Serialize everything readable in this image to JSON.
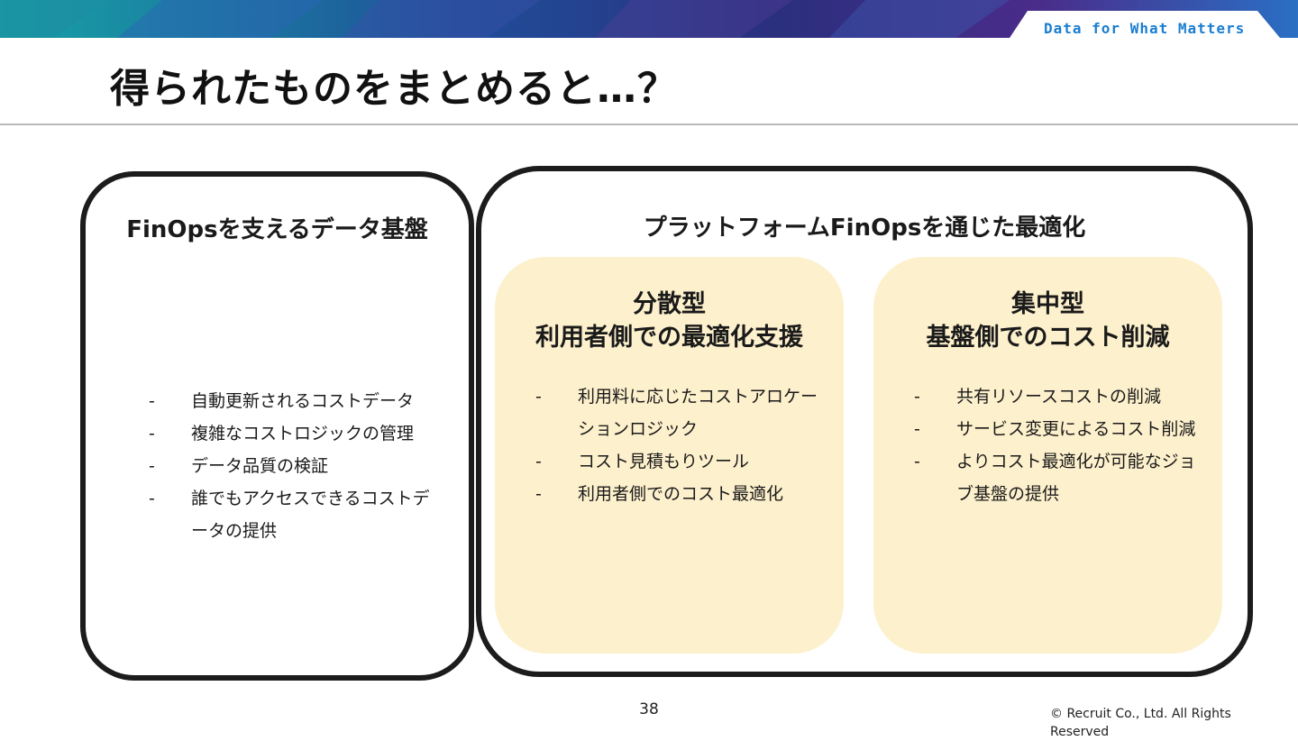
{
  "header": {
    "tagline": "Data for What Matters",
    "colors": {
      "tagline": "#1b7ed0",
      "banner_dark": "#1d3f8c",
      "banner_accent": "#2a8fd6"
    }
  },
  "slide": {
    "title": "得られたものをまとめると…？",
    "page_number": "38",
    "copyright": "© Recruit Co., Ltd. All Rights Reserved"
  },
  "left_box": {
    "title": "FinOpsを支えるデータ基盤",
    "bullets": [
      {
        "dash": "-",
        "text": "自動更新されるコストデータ"
      },
      {
        "dash": "-",
        "text": "複雑なコストロジックの管理"
      },
      {
        "dash": "-",
        "text": "データ品質の検証"
      },
      {
        "dash": "-",
        "text": "誰でもアクセスできるコストデータの提供"
      }
    ]
  },
  "right_box": {
    "title": "プラットフォームFinOpsを通じた最適化",
    "panel_color": "#fdf0cc",
    "panels": [
      {
        "title_line1": "分散型",
        "title_line2": "利用者側での最適化支援",
        "bullets": [
          {
            "dash": "-",
            "text": "利用料に応じたコストアロケーションロジック"
          },
          {
            "dash": "-",
            "text": "コスト見積もりツール"
          },
          {
            "dash": "-",
            "text": "利用者側でのコスト最適化"
          }
        ]
      },
      {
        "title_line1": "集中型",
        "title_line2": "基盤側でのコスト削減",
        "bullets": [
          {
            "dash": "-",
            "text": "共有リソースコストの削減"
          },
          {
            "dash": "-",
            "text": "サービス変更によるコスト削減"
          },
          {
            "dash": "-",
            "text": "よりコスト最適化が可能なジョブ基盤の提供"
          }
        ]
      }
    ]
  }
}
